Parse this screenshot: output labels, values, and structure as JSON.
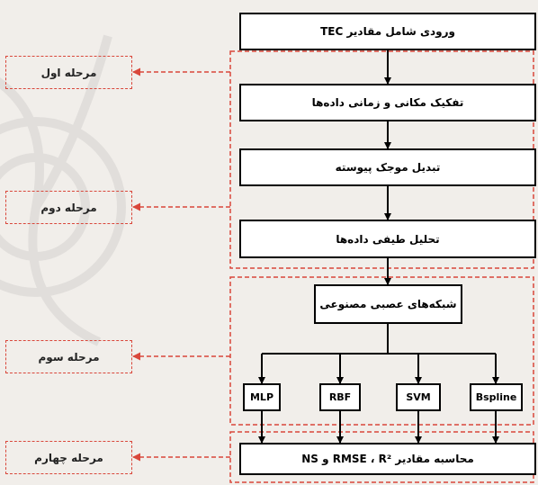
{
  "steps": {
    "tec_input": "ورودی شامل مقادیر TEC",
    "separation": "تفکیک مکانی و زمانی داده‌ها",
    "wavelet": "تبدیل موجک پیوسته",
    "spectral": "تحلیل طیفی داده‌ها",
    "ann": "شبکه‌های عصبی مصنوعی",
    "metrics": "محاسبه مقادیر RMSE ، R² و NS"
  },
  "models": [
    "MLP",
    "RBF",
    "SVM",
    "Bspline"
  ],
  "stages": [
    "مرحله اول",
    "مرحله دوم",
    "مرحله سوم",
    "مرحله چهارم"
  ],
  "colors": {
    "stage_border": "#d9473b",
    "box_border": "#000000",
    "background": "#f1eeea"
  }
}
